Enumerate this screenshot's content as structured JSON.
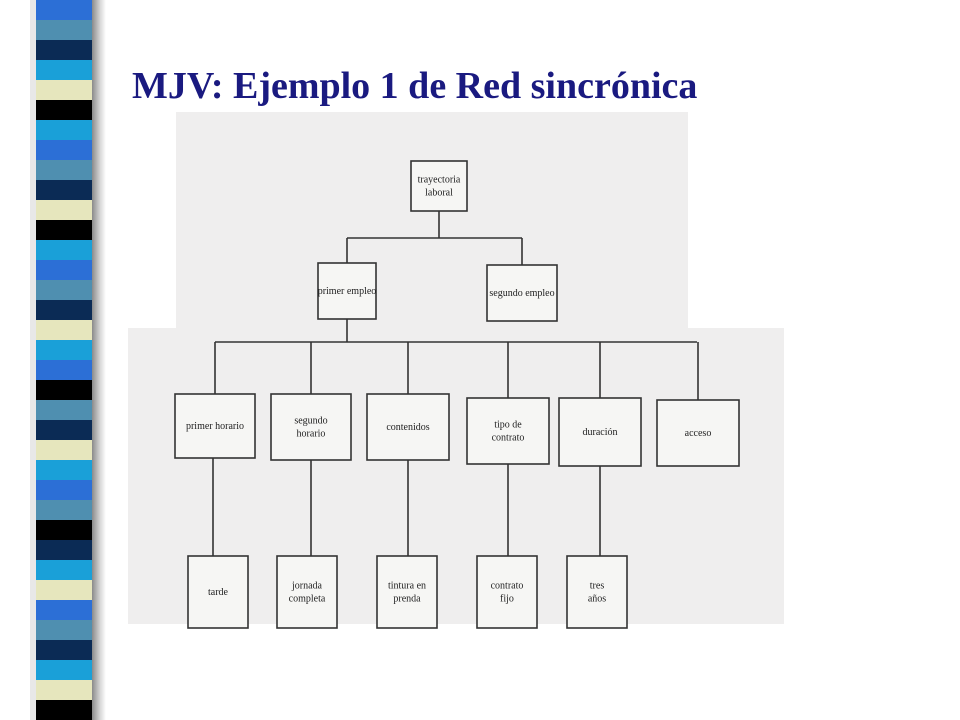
{
  "slide": {
    "title": "MJV: Ejemplo 1 de Red sincrónica"
  },
  "theme": {
    "title_color": "#1a1a80",
    "strip_colors": [
      "#2c6fd6",
      "#4f8fb0",
      "#0b2b55",
      "#1aa0d8",
      "#e6e6bd",
      "#000000"
    ]
  },
  "diagram": {
    "root": {
      "lines": [
        "trayectoria",
        "laboral"
      ]
    },
    "level1": [
      {
        "lines": [
          "primer empleo"
        ]
      },
      {
        "lines": [
          "segundo empleo"
        ]
      }
    ],
    "level2": [
      {
        "lines": [
          "primer horario"
        ]
      },
      {
        "lines": [
          "segundo",
          "horario"
        ]
      },
      {
        "lines": [
          "contenidos"
        ]
      },
      {
        "lines": [
          "tipo de",
          "contrato"
        ]
      },
      {
        "lines": [
          "duración"
        ]
      },
      {
        "lines": [
          "acceso"
        ]
      }
    ],
    "level3": [
      {
        "lines": [
          "tarde"
        ]
      },
      {
        "lines": [
          "jornada",
          "completa"
        ]
      },
      {
        "lines": [
          "tintura en",
          "prenda"
        ]
      },
      {
        "lines": [
          "contrato",
          "fijo"
        ]
      },
      {
        "lines": [
          "tres",
          "años"
        ]
      }
    ]
  }
}
